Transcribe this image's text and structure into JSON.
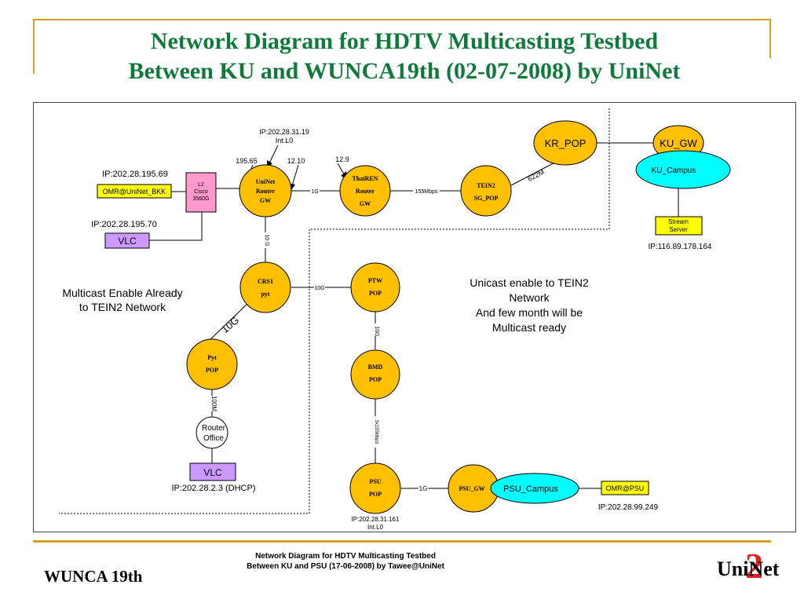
{
  "slide": {
    "title_line1": "Network Diagram for HDTV Multicasting Testbed",
    "title_line2": "Between KU and WUNCA19th  (02-07-2008) by UniNet",
    "footer_left": "WUNCA 19th",
    "footer_center_line1": "Network Diagram for HDTV Multicasting Testbed",
    "footer_center_line2": "Between KU and PSU  (17-06-2008) by Tawee@UniNet",
    "logo_text": "UniNet",
    "logo_number": "2"
  },
  "colors": {
    "title": "#0f7a3c",
    "accent_gold": "#d4a020",
    "node_fill": "#ffc000",
    "campus_fill": "#00ffff",
    "vlc_fill": "#cc99ff",
    "switch_fill": "#ff99cc",
    "box_fill": "#ffff00",
    "logo_number": "#e02020"
  },
  "nodes": {
    "uninet_gw": {
      "line1": "UniNet",
      "line2": "Router",
      "line3": "GW"
    },
    "thairen_gw": {
      "line1": "ThaiREN",
      "line2": "Router",
      "line3": "GW"
    },
    "tein2": {
      "line1": "TEIN2",
      "line2": "SG_POP"
    },
    "kr_pop": "KR_POP",
    "ku_gw": "KU_GW",
    "ku_campus": "KU_Campus",
    "stream_server_l1": "Stream",
    "stream_server_l2": "Server",
    "crs1": {
      "line1": "CRS1",
      "line2": "pyt"
    },
    "ptw": {
      "line1": "PTW",
      "line2": "POP"
    },
    "bmd": {
      "line1": "BMD",
      "line2": "POP"
    },
    "pyt_pop": {
      "line1": "Pyt",
      "line2": "POP"
    },
    "router_office": {
      "line1": "Router",
      "line2": "Office"
    },
    "psu_pop": {
      "line1": "PSU",
      "line2": "POP"
    },
    "psu_gw": "PSU_GW",
    "psu_campus": "PSU_Campus",
    "omr_psu": "OMR@PSU",
    "omr_uninet": "OMR@UniNet_BKK",
    "l2_switch": {
      "line1": "L2",
      "line2": "Cisco",
      "line3": "3560G"
    },
    "vlc_top": "VLC",
    "vlc_bottom": "VLC"
  },
  "labels": {
    "ip_uninet_top_l1": "IP:202.28.31.19",
    "ip_uninet_top_l2": "Int.L0",
    "port_195_65": "195.65",
    "port_12_10": "12.10",
    "port_12_9": "12.9",
    "ip_omr_uninet": "IP:202.28.195.69",
    "ip_vlc_top": "IP:202.28.195.70",
    "ip_stream": "IP:116.89.178.164",
    "ip_vlc_bottom": "IP:202.28.2.3 (DHCP)",
    "ip_psu_pop_l1": "IP:202.28.31.161",
    "ip_psu_pop_l2": "Int.L0",
    "ip_omr_psu": "IP:202.28.99.249",
    "link_1g_top": "1G",
    "link_155": "155Mbps",
    "link_622": "622M",
    "link_10g_vert": "10 G",
    "link_10g_mid": "10G",
    "link_10g_diag": "10G",
    "link_10g_ptw": "10G",
    "link_100m": "100M",
    "link_3x155": "3x155Mbps",
    "link_1g_psu": "1G",
    "note_left_l1": "Multicast Enable Already",
    "note_left_l2": "to TEIN2 Network",
    "note_right_l1": "Unicast enable to TEIN2",
    "note_right_l2": "Network",
    "note_right_l3": "And  few month will be",
    "note_right_l4": "Multicast ready"
  }
}
